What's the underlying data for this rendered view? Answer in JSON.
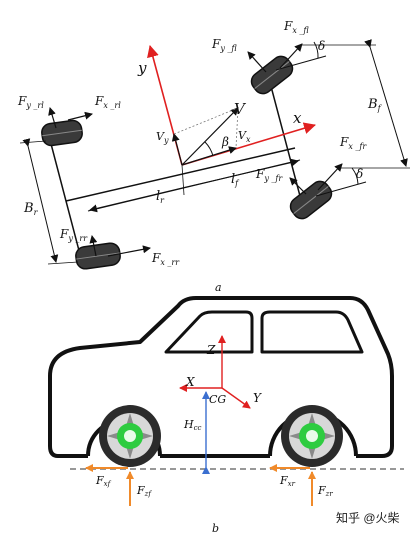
{
  "figure_a": {
    "caption": "a",
    "axes": {
      "x": "x",
      "y": "y"
    },
    "velocity": "V",
    "velocity_x": "Vx",
    "velocity_y": "Vy",
    "slip_angle": "β",
    "steer_front_left": "δ",
    "steer_front_right": "δ",
    "dim_lr": "l",
    "dim_lr_sub": "r",
    "dim_lf": "l",
    "dim_lf_sub": "f",
    "dim_bf": "B",
    "dim_bf_sub": "f",
    "dim_br": "B",
    "dim_br_sub": "r",
    "forces": {
      "fx_fl": {
        "main": "F",
        "sub": "x _fl"
      },
      "fy_fl": {
        "main": "F",
        "sub": "y _fl"
      },
      "fx_fr": {
        "main": "F",
        "sub": "x _fr"
      },
      "fy_fr": {
        "main": "F",
        "sub": "y _fr"
      },
      "fx_rl": {
        "main": "F",
        "sub": "x _rl"
      },
      "fy_rl": {
        "main": "F",
        "sub": "y _rl"
      },
      "fx_rr": {
        "main": "F",
        "sub": "x _rr"
      },
      "fy_rr": {
        "main": "F",
        "sub": "y _rr"
      }
    }
  },
  "figure_b": {
    "caption": "b",
    "axes": {
      "z": "Z",
      "x": "X",
      "y": "Y"
    },
    "cg": "CG",
    "height": {
      "main": "H",
      "sub": "cc"
    },
    "forces": {
      "fxf": {
        "main": "F",
        "sub": "xf"
      },
      "fzf": {
        "main": "F",
        "sub": "zf"
      },
      "fxr": {
        "main": "F",
        "sub": "xr"
      },
      "fzr": {
        "main": "F",
        "sub": "zr"
      }
    },
    "colors": {
      "ground_force": "#f08a2a",
      "axis": "#e02020",
      "height": "#3b6fd0",
      "hub": "#2ecc40"
    }
  },
  "watermark": "知乎 @火柴"
}
